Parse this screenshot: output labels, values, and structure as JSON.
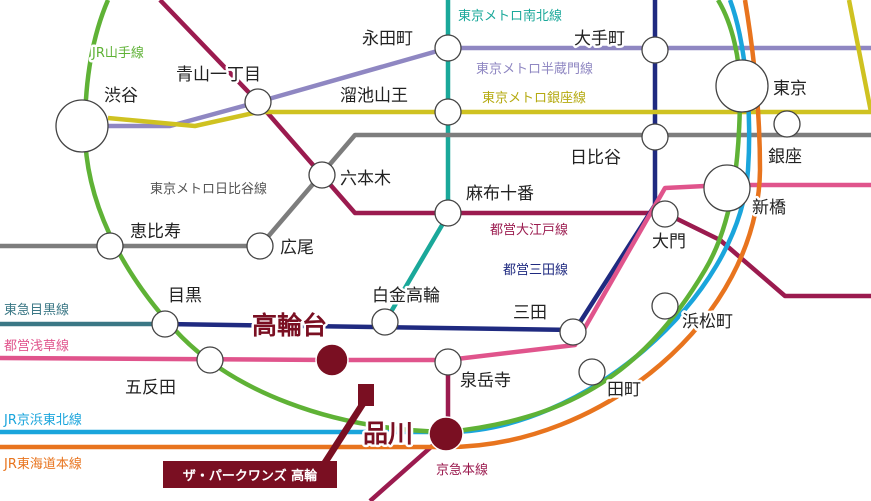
{
  "colors": {
    "jr_yamanote": "#5fb236",
    "jr_keihin_tohoku": "#1aa5dc",
    "jr_tokaido": "#e8741e",
    "metro_namboku": "#1aa89a",
    "metro_hanzomon": "#8f87c2",
    "metro_ginza": "#cfc221",
    "metro_hibiya": "#7d7d7d",
    "toei_oedo": "#9b1b4f",
    "toei_mita": "#1f2a80",
    "toei_asakusa": "#e0548c",
    "tokyu_meguro": "#3a7785",
    "keikyu": "#9b1b4f",
    "highlight": "#7a0f22"
  },
  "lines": {
    "jr_yamanote": "JR山手線",
    "jr_keihin_tohoku": "JR京浜東北線",
    "jr_tokaido": "JR東海道本線",
    "metro_namboku": "東京メトロ南北線",
    "metro_hanzomon": "東京メトロ半蔵門線",
    "metro_ginza": "東京メトロ銀座線",
    "metro_hibiya": "東京メトロ日比谷線",
    "toei_oedo": "都営大江戸線",
    "toei_mita": "都営三田線",
    "toei_asakusa": "都営浅草線",
    "tokyu_meguro": "東急目黒線",
    "keikyu": "京急本線"
  },
  "stations": {
    "nagatacho": "永田町",
    "otemachi": "大手町",
    "shibuya": "渋谷",
    "aoyama_itchome": "青山一丁目",
    "tameike_sanno": "溜池山王",
    "tokyo": "東京",
    "hibiya": "日比谷",
    "ginza": "銀座",
    "roppongi": "六本木",
    "azabu_juban": "麻布十番",
    "shimbashi": "新橋",
    "ebisu": "恵比寿",
    "hiroo": "広尾",
    "daimon": "大門",
    "meguro": "目黒",
    "shirokane_takanawa": "白金高輪",
    "mita": "三田",
    "hamamatsucho": "浜松町",
    "takanawadai": "高輪台",
    "gotanda": "五反田",
    "sengakuji": "泉岳寺",
    "tamachi": "田町",
    "shinagawa": "品川"
  },
  "property": {
    "label": "ザ・パークワンズ 高輪"
  }
}
